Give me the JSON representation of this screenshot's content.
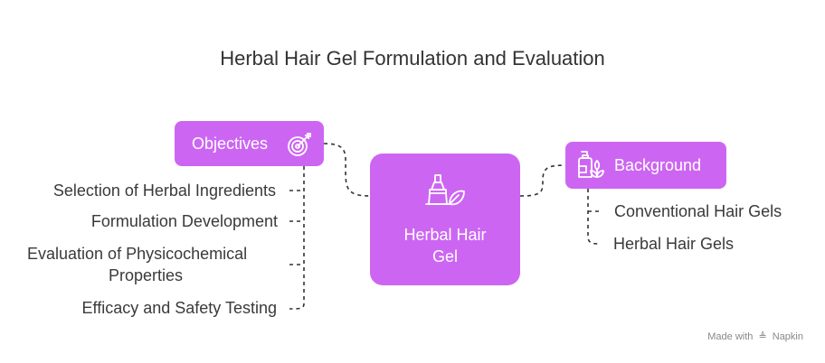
{
  "title": "Herbal Hair Gel Formulation and Evaluation",
  "center": {
    "label_line1": "Herbal Hair",
    "label_line2": "Gel",
    "icon": "hair-gel-bottle-leaf-icon"
  },
  "objectives": {
    "label": "Objectives",
    "icon": "target-icon",
    "items": [
      "Selection of Herbal Ingredients",
      "Formulation Development",
      "Evaluation of Physicochemical",
      "Properties",
      "Efficacy and Safety Testing"
    ]
  },
  "background": {
    "label": "Background",
    "icon": "bottle-plant-icon",
    "items": [
      "Conventional Hair Gels",
      "Herbal Hair Gels"
    ]
  },
  "footer": {
    "made_with": "Made with",
    "brand": "Napkin"
  },
  "colors": {
    "node": "#cc66f2",
    "connector": "#333333"
  }
}
